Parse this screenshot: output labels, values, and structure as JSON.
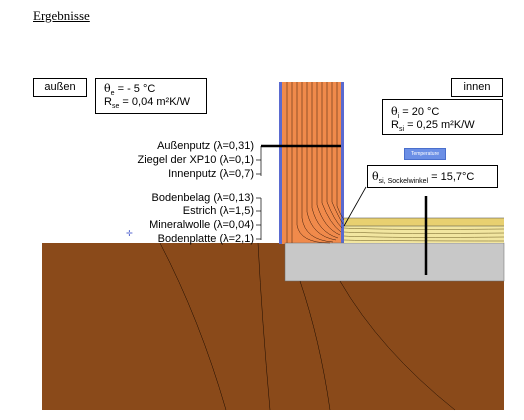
{
  "heading": "Ergebnisse",
  "outside": {
    "label": "außen",
    "theta_sym": "θ",
    "theta_sub": "e",
    "theta_value": "=   - 5 °C",
    "r_sym": "R",
    "r_sub": "se",
    "r_value": "=   0,04 m²K/W"
  },
  "inside": {
    "label": "innen",
    "theta_sym": "θ",
    "theta_sub": "i",
    "theta_value": "=   20 °C",
    "r_sym": "R",
    "r_sub": "si",
    "r_value": "=   0,25 m²K/W"
  },
  "temperature_button": "Temperature",
  "socket": {
    "sym": "θ",
    "sub": "si, Sockelwinkel",
    "value": "= 15,7°C"
  },
  "wall_layers": [
    {
      "name": "Außenputz",
      "lambda": "(λ=0,31)"
    },
    {
      "name": "Ziegel der XP10",
      "lambda": "(λ=0,1)"
    },
    {
      "name": "Innenputz",
      "lambda": "(λ=0,7)"
    }
  ],
  "floor_layers": [
    {
      "name": "Bodenbelag",
      "lambda": "(λ=0,13)"
    },
    {
      "name": "Estrich",
      "lambda": "(λ=1,5)"
    },
    {
      "name": "Mineralwolle",
      "lambda": "(λ=0,04)"
    },
    {
      "name": "Bodenplatte",
      "lambda": "(λ=2,1)"
    }
  ],
  "colors": {
    "wall": "#f08a4b",
    "ground": "#8a4a1a",
    "slab": "#c8c8c8",
    "insulation": "#f2e6a0",
    "screed": "#e8d070"
  }
}
